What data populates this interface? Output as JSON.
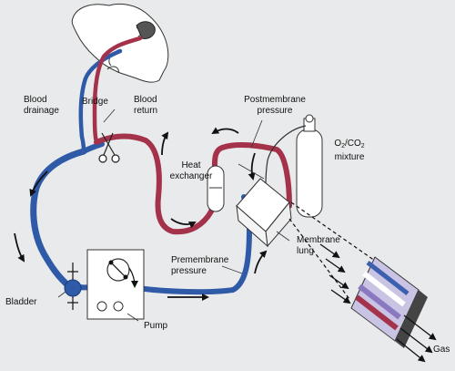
{
  "labels": {
    "blood_drainage": [
      "Blood",
      "drainage"
    ],
    "bridge": "Bridge",
    "blood_return": [
      "Blood",
      "return"
    ],
    "postmembrane_pressure": [
      "Postmembrane",
      "pressure"
    ],
    "gas_mixture": {
      "o": "O",
      "sub1": "2",
      "slash": "/CO",
      "sub2": "2",
      "line2": "mixture"
    },
    "heat_exchanger": [
      "Heat",
      "exchanger"
    ],
    "membrane_lung": [
      "Membrane",
      "lung"
    ],
    "premembrane_pressure": [
      "Premembrane",
      "pressure"
    ],
    "bladder": "Bladder",
    "pump": "Pump",
    "gas": "Gas"
  },
  "colors": {
    "background": "#e9eaeb",
    "venous_tube": "#2e5aa8",
    "arterial_tube": "#a3324a",
    "outline": "#222222",
    "fiber_purple": "#8a78c0",
    "fiber_red": "#a3324a",
    "fiber_blue": "#3c5fb0"
  }
}
